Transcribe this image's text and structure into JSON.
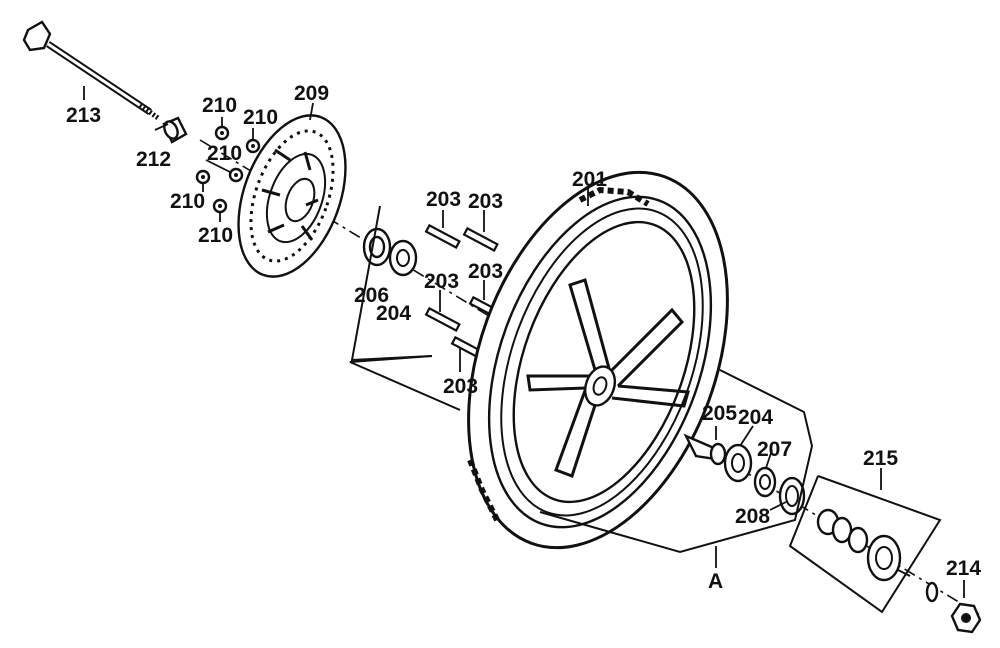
{
  "diagram": {
    "labels": {
      "p201": "201",
      "p203a": "203",
      "p203b": "203",
      "p203c": "203",
      "p203d": "203",
      "p203e": "203",
      "p204a": "204",
      "p204b": "204",
      "p205": "205",
      "p206": "206",
      "p207": "207",
      "p208": "208",
      "p209": "209",
      "p210a": "210",
      "p210b": "210",
      "p210c": "210",
      "p210d": "210",
      "p210e": "210",
      "p212": "212",
      "p213": "213",
      "p214": "214",
      "p215": "215",
      "groupA": "A"
    }
  }
}
